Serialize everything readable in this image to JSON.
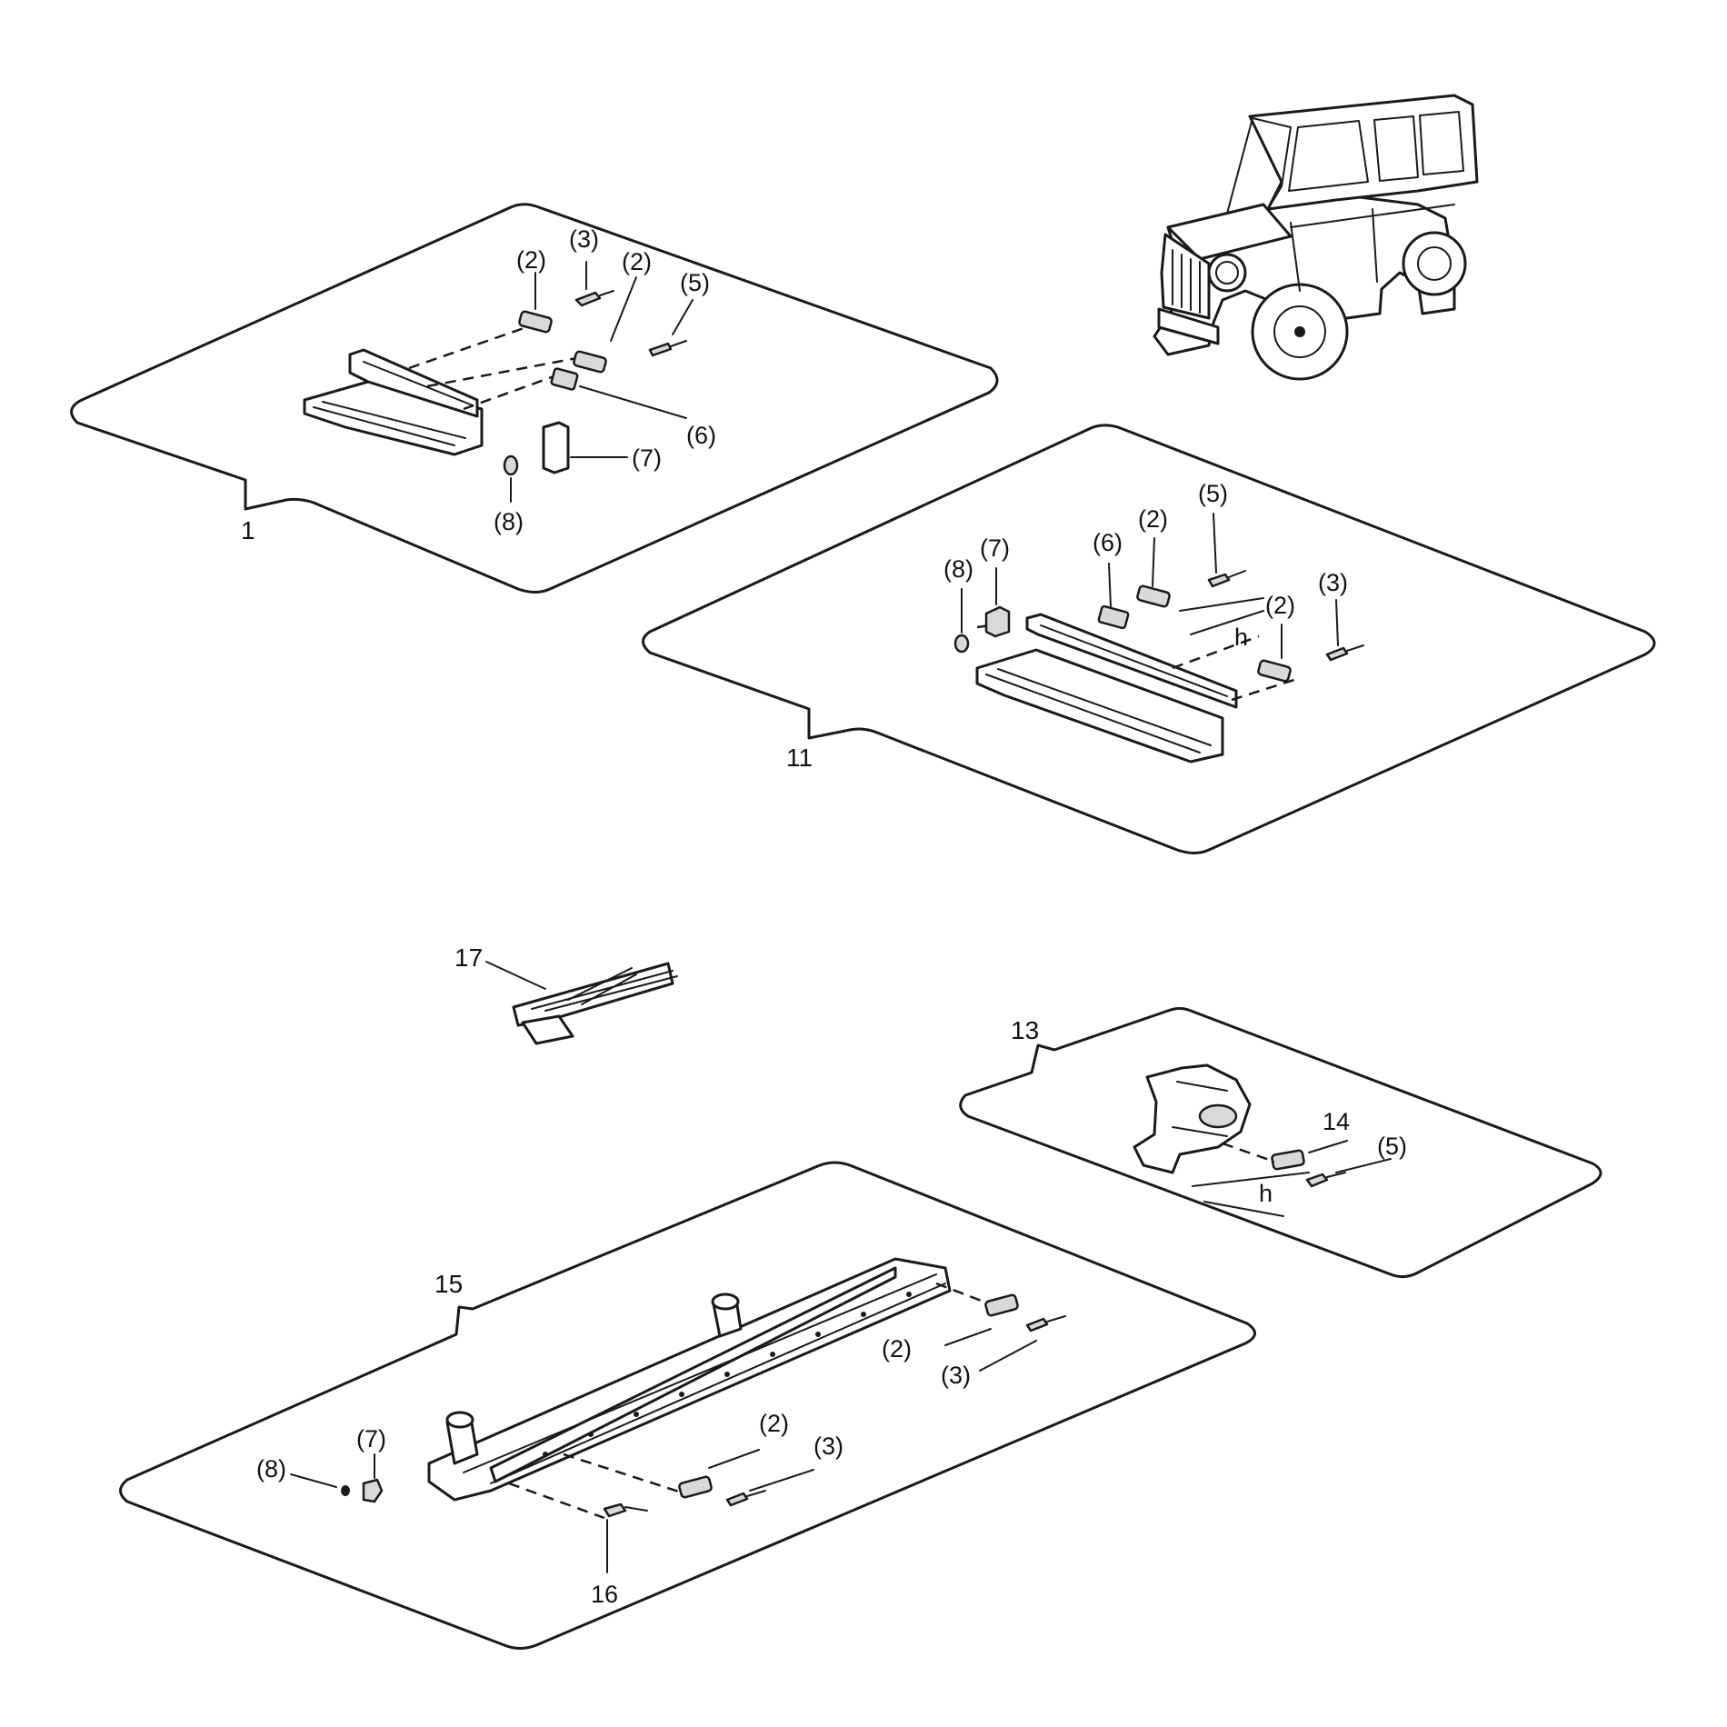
{
  "groups": {
    "g1": {
      "number": "1",
      "labels": [
        "(2)",
        "(3)",
        "(2)",
        "(5)",
        "(6)",
        "(7)",
        "(8)"
      ]
    },
    "g11": {
      "number": "11",
      "labels": [
        "(8)",
        "(7)",
        "(6)",
        "(2)",
        "(5)",
        "(2)",
        "(3)",
        "h"
      ]
    },
    "g17": {
      "number": "17"
    },
    "g13": {
      "number": "13",
      "labels": [
        "14",
        "(5)",
        "h"
      ]
    },
    "g15": {
      "number": "15",
      "labels": [
        "(2)",
        "(3)",
        "(2)",
        "(3)",
        "(8)",
        "(7)",
        "16"
      ]
    }
  },
  "vehicle_icon": "off-road-vehicle-illustration"
}
